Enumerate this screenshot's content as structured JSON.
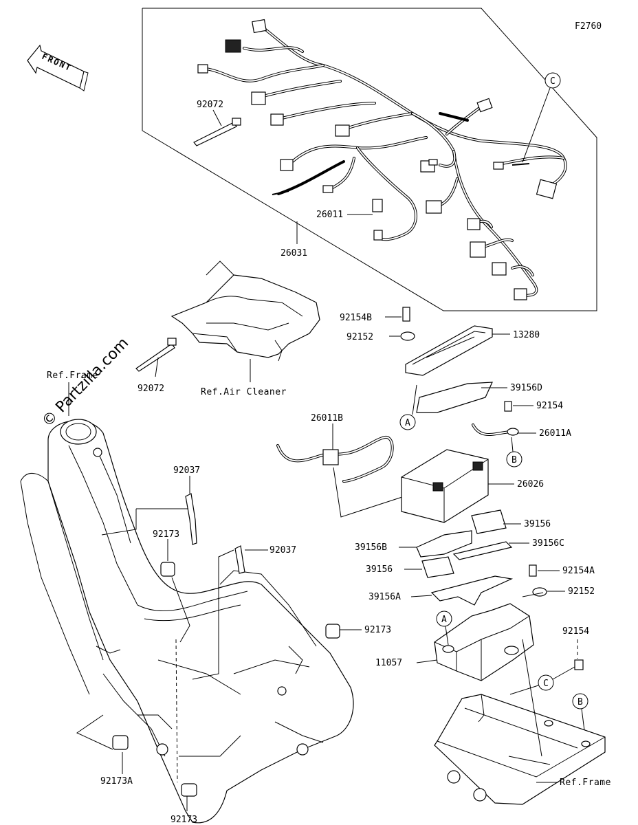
{
  "figure_code": "F2760",
  "front_label": "FRONT",
  "watermark": "© Partzilla.com",
  "refs": {
    "frame_left": "Ref.Frame",
    "frame_bottom": "Ref.Frame",
    "air_cleaner": "Ref.Air Cleaner"
  },
  "callouts": {
    "a": "A",
    "b": "B",
    "c": "C"
  },
  "parts": {
    "p92072_top": "92072",
    "p26011": "26011",
    "p26031": "26031",
    "p92072_mid": "92072",
    "p92154B": "92154B",
    "p92152_top": "92152",
    "p13280": "13280",
    "p39156D": "39156D",
    "p92154_mid": "92154",
    "p26011B": "26011B",
    "p26011A": "26011A",
    "p26026": "26026",
    "p92037_a": "92037",
    "p92037_b": "92037",
    "p92173_a": "92173",
    "p39156_a": "39156",
    "p39156B": "39156B",
    "p39156C": "39156C",
    "p39156_b": "39156",
    "p92154A": "92154A",
    "p39156A": "39156A",
    "p92152_bot": "92152",
    "p92173_b": "92173",
    "p92154_bot": "92154",
    "p11057": "11057",
    "p92173A": "92173A",
    "p92173_c": "92173"
  }
}
